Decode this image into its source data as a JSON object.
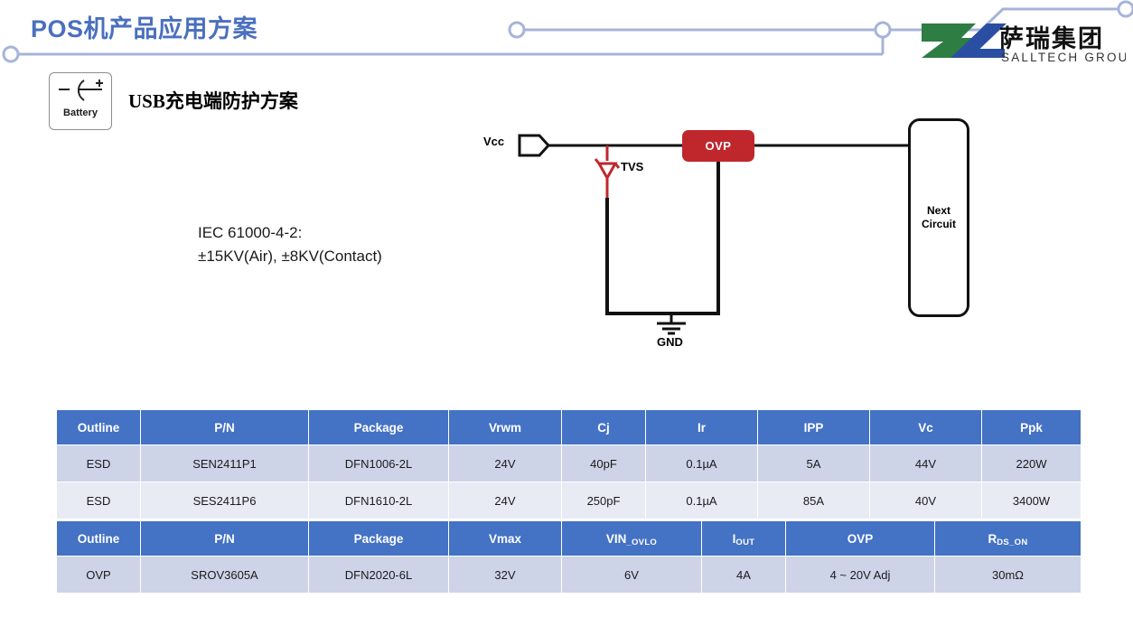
{
  "header": {
    "title": "POS机产品应用方案",
    "title_color": "#4A6FBE",
    "logo": {
      "cn_name": "萨瑞集团",
      "en_name": "SALLTECH GROUP",
      "green": "#2E7D43",
      "blue": "#2A4FA2"
    },
    "deco_line_color": "#A7B4D8"
  },
  "badge": {
    "label": "Battery",
    "minus": "–",
    "plus": "+"
  },
  "section": {
    "title": "USB充电端防护方案"
  },
  "note": {
    "line1": "IEC 61000-4-2:",
    "line2": "±15KV(Air), ±8KV(Contact)"
  },
  "schematic": {
    "vcc_label": "Vcc",
    "tvs_label": "TVS",
    "gnd_label": "GND",
    "ovp_label": "OVP",
    "ovp_color": "#C0272D",
    "tvs_color": "#C0272D",
    "next_circuit_line1": "Next",
    "next_circuit_line2": "Circuit"
  },
  "table1": {
    "headers": [
      "Outline",
      "P/N",
      "Package",
      "Vrwm",
      "Cj",
      "Ir",
      "IPP",
      "Vc",
      "Ppk"
    ],
    "rows": [
      [
        "ESD",
        "SEN2411P1",
        "DFN1006-2L",
        "24V",
        "40pF",
        "0.1µA",
        "5A",
        "44V",
        "220W"
      ],
      [
        "ESD",
        "SES2411P6",
        "DFN1610-2L",
        "24V",
        "250pF",
        "0.1µA",
        "85A",
        "40V",
        "3400W"
      ]
    ]
  },
  "table2": {
    "headers": [
      "Outline",
      "P/N",
      "Package",
      "Vmax",
      "VIN_OVLO",
      "IOUT",
      "OVP",
      "RDS_ON"
    ],
    "header_parts": [
      {
        "main": "Outline",
        "sub": ""
      },
      {
        "main": "P/N",
        "sub": ""
      },
      {
        "main": "Package",
        "sub": ""
      },
      {
        "main": "Vmax",
        "sub": ""
      },
      {
        "main": "VIN",
        "sub": "_OVLO"
      },
      {
        "main": "I",
        "sub": "OUT"
      },
      {
        "main": "OVP",
        "sub": ""
      },
      {
        "main": "R",
        "sub": "DS_ON"
      }
    ],
    "rows": [
      [
        "OVP",
        "SROV3605A",
        "DFN2020-6L",
        "32V",
        "6V",
        "4A",
        "4 ~ 20V Adj",
        "30mΩ"
      ]
    ]
  },
  "theme": {
    "header_blue": "#4472C4",
    "row_odd": "#CDD4E8",
    "row_even": "#E8EBF4"
  }
}
